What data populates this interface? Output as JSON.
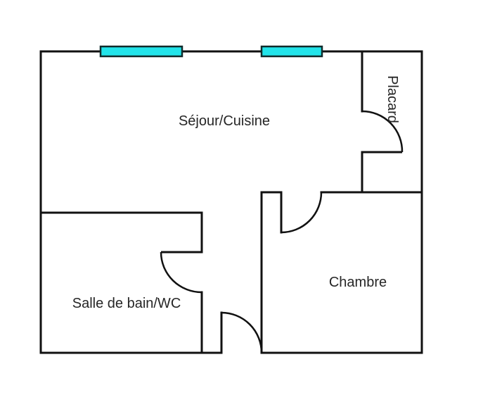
{
  "floor_plan": {
    "rooms": {
      "sejour": {
        "label": "Séjour/Cuisine"
      },
      "placard": {
        "label": "Placard"
      },
      "salle_de_bain": {
        "label": "Salle de bain/WC"
      },
      "chambre": {
        "label": "Chambre"
      }
    },
    "windows": [
      {
        "name": "window-1",
        "color": "#22e4ea"
      },
      {
        "name": "window-2",
        "color": "#22e4ea"
      }
    ],
    "doors": [
      {
        "name": "placard-door"
      },
      {
        "name": "chambre-door"
      },
      {
        "name": "salle-de-bain-door"
      },
      {
        "name": "entrance-door"
      }
    ],
    "colors": {
      "wall": "#111111",
      "window_fill": "#22e4ea",
      "window_stroke": "#0f2b2b",
      "label": "#262626",
      "background": "#ffffff"
    }
  }
}
